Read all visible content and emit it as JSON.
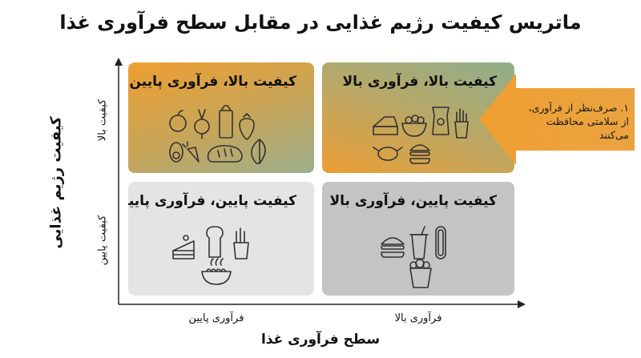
{
  "title": "ماتریس کیفیت رژیم غذایی در مقابل سطح فرآوری غذا",
  "y_axis": {
    "label": "کیفیت رژیم غذایی",
    "ticks": [
      "کیفیت بالا",
      "کیفیت پایین"
    ]
  },
  "x_axis": {
    "label": "سطح فرآوری غذا",
    "ticks": [
      "فرآوری پایین",
      "فرآوری بالا"
    ]
  },
  "quadrants": {
    "top_left": {
      "label": "کیفیت بالا، فرآوری پایین",
      "icons": [
        "apple-icon",
        "beet-icon",
        "milk-carton-icon",
        "strawberry-icon",
        "carrot-icon",
        "avocado-icon",
        "bread-loaf-icon",
        "leafy-greens-icon"
      ]
    },
    "top_right": {
      "label": "کیفیت بالا، فرآوری بالا",
      "icons": [
        "packaged-cheese-icon",
        "salad-bowl-icon",
        "chips-bag-icon",
        "fries-icon",
        "roast-chicken-icon",
        "burger-icon"
      ]
    },
    "bottom_left": {
      "label": "کیفیت پایین، فرآوری پایین",
      "icons": [
        "cake-slice-icon",
        "toast-icon",
        "fries-icon",
        "noodle-bowl-icon"
      ]
    },
    "bottom_right": {
      "label": "کیفیت پایین، فرآوری بالا",
      "icons": [
        "burger-icon",
        "soda-cup-icon",
        "hotdog-icon",
        "popcorn-icon"
      ]
    }
  },
  "callout": {
    "text": "۱. صرف‌نظر از فرآوری، از سلامتی محافظت می‌کنند"
  },
  "colors": {
    "orange": "#ef9f31",
    "green": "#8fae8c",
    "light_gray": "#e4e4e4",
    "dark_gray": "#c4c4c4",
    "icon_stroke": "#333333"
  }
}
